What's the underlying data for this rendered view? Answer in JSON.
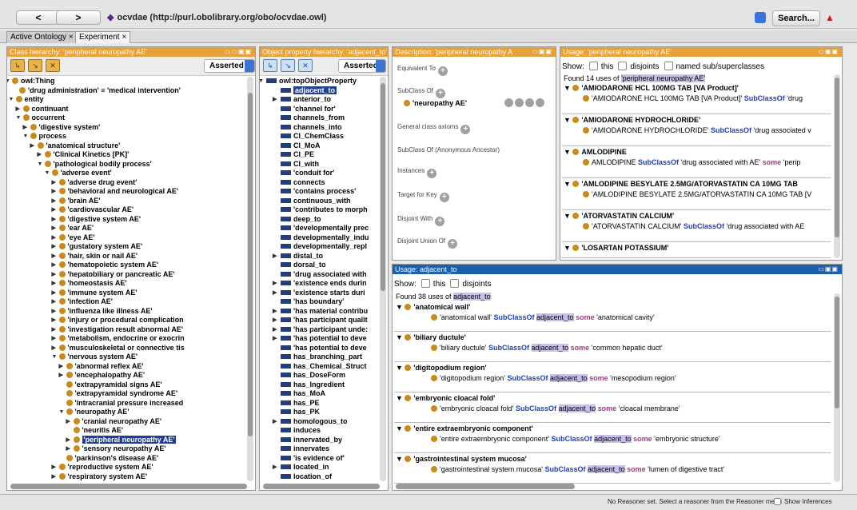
{
  "nav": {
    "back": "<",
    "forward": ">",
    "url": "ocvdae (http://purl.obolibrary.org/obo/ocvdae.owl)",
    "search": "Search...",
    "warning_icon": "alert-icon"
  },
  "tabs": [
    {
      "label": "Active Ontology ×"
    },
    {
      "label": "Experiment ×"
    }
  ],
  "class_panel": {
    "title": "Class hierarchy: 'peripheral neuropathy AE'",
    "mode": "Asserted",
    "items": [
      {
        "label": "owl:Thing",
        "level": 0,
        "open": true
      },
      {
        "label": "'drug administration' ≡ 'medical intervention'",
        "level": 1,
        "open": null
      },
      {
        "label": "entity",
        "level": 0.5,
        "open": true
      },
      {
        "label": "continuant",
        "level": 1.5,
        "open": false
      },
      {
        "label": "occurrent",
        "level": 1.5,
        "open": true
      },
      {
        "label": "'digestive system'",
        "level": 2.5,
        "open": false
      },
      {
        "label": "process",
        "level": 2.5,
        "open": true
      },
      {
        "label": "'anatomical structure'",
        "level": 3.5,
        "open": false
      },
      {
        "label": "'Clinical Kinetics [PK]'",
        "level": 4.5,
        "open": false
      },
      {
        "label": "'pathological bodily process'",
        "level": 4.5,
        "open": true
      },
      {
        "label": "'adverse event'",
        "level": 5.5,
        "open": true
      },
      {
        "label": "'adverse drug event'",
        "level": 6.5,
        "open": false
      },
      {
        "label": "'behavioral and neurological AE'",
        "level": 6.5,
        "open": false
      },
      {
        "label": "'brain AE'",
        "level": 6.5,
        "open": false
      },
      {
        "label": "'cardiovascular AE'",
        "level": 6.5,
        "open": false
      },
      {
        "label": "'digestive system AE'",
        "level": 6.5,
        "open": false
      },
      {
        "label": "'ear AE'",
        "level": 6.5,
        "open": false
      },
      {
        "label": "'eye AE'",
        "level": 6.5,
        "open": false
      },
      {
        "label": "'gustatory system AE'",
        "level": 6.5,
        "open": false
      },
      {
        "label": "'hair, skin or nail AE'",
        "level": 6.5,
        "open": false
      },
      {
        "label": "'hematopoietic system AE'",
        "level": 6.5,
        "open": false
      },
      {
        "label": "'hepatobiliary or pancreatic AE'",
        "level": 6.5,
        "open": false
      },
      {
        "label": "'homeostasis AE'",
        "level": 6.5,
        "open": false
      },
      {
        "label": "'immune system AE'",
        "level": 6.5,
        "open": false
      },
      {
        "label": "'infection AE'",
        "level": 6.5,
        "open": false
      },
      {
        "label": "'influenza like illness AE'",
        "level": 6.5,
        "open": false
      },
      {
        "label": "'injury or procedural complication",
        "level": 6.5,
        "open": false
      },
      {
        "label": "'investigation result abnormal AE'",
        "level": 6.5,
        "open": false
      },
      {
        "label": "'metabolism, endocrine or exocrin",
        "level": 6.5,
        "open": false
      },
      {
        "label": "'musculoskeletal or connective tis",
        "level": 6.5,
        "open": false
      },
      {
        "label": "'nervous system AE'",
        "level": 6.5,
        "open": true
      },
      {
        "label": "'abnormal reflex AE'",
        "level": 7.5,
        "open": false
      },
      {
        "label": "'encephalopathy AE'",
        "level": 7.5,
        "open": false
      },
      {
        "label": "'extrapyramidal signs AE'",
        "level": 7.5,
        "open": null
      },
      {
        "label": "'extrapyramidal syndrome AE'",
        "level": 7.5,
        "open": null
      },
      {
        "label": "'intracranial pressure increased",
        "level": 7.5,
        "open": null
      },
      {
        "label": "'neuropathy AE'",
        "level": 7.5,
        "open": true
      },
      {
        "label": "'cranial neuropathy AE'",
        "level": 8.5,
        "open": false
      },
      {
        "label": "'neuritis AE'",
        "level": 8.5,
        "open": null
      },
      {
        "label": "'peripheral neuropathy AE'",
        "level": 8.5,
        "open": false,
        "selected": true
      },
      {
        "label": "'sensory neuropathy AE'",
        "level": 8.5,
        "open": false
      },
      {
        "label": "'parkinson's disease AE'",
        "level": 7.5,
        "open": null
      },
      {
        "label": "'reproductive system AE'",
        "level": 6.5,
        "open": false
      },
      {
        "label": "'respiratory system AE'",
        "level": 6.5,
        "open": false
      }
    ]
  },
  "prop_panel": {
    "title": "Object property hierarchy: 'adjacent_to'",
    "mode": "Asserted",
    "items": [
      {
        "label": "owl:topObjectProperty",
        "level": 0,
        "open": true
      },
      {
        "label": "adjacent_to",
        "level": 1,
        "selected": true
      },
      {
        "label": "anterior_to",
        "level": 1,
        "open": false
      },
      {
        "label": "'channel for'",
        "level": 1
      },
      {
        "label": "channels_from",
        "level": 1
      },
      {
        "label": "channels_into",
        "level": 1
      },
      {
        "label": "CI_ChemClass",
        "level": 1
      },
      {
        "label": "CI_MoA",
        "level": 1
      },
      {
        "label": "CI_PE",
        "level": 1
      },
      {
        "label": "CI_with",
        "level": 1
      },
      {
        "label": "'conduit for'",
        "level": 1
      },
      {
        "label": "connects",
        "level": 1
      },
      {
        "label": "'contains process'",
        "level": 1
      },
      {
        "label": "continuous_with",
        "level": 1
      },
      {
        "label": "'contributes to morph",
        "level": 1
      },
      {
        "label": "deep_to",
        "level": 1
      },
      {
        "label": "'developmentally prec",
        "level": 1
      },
      {
        "label": "developmentally_indu",
        "level": 1
      },
      {
        "label": "developmentally_repl",
        "level": 1
      },
      {
        "label": "distal_to",
        "level": 1,
        "open": false
      },
      {
        "label": "dorsal_to",
        "level": 1
      },
      {
        "label": "'drug associated with",
        "level": 1
      },
      {
        "label": "'existence ends durin",
        "level": 1,
        "open": false
      },
      {
        "label": "'existence starts duri",
        "level": 1,
        "open": false
      },
      {
        "label": "'has boundary'",
        "level": 1
      },
      {
        "label": "'has material contribu",
        "level": 1,
        "open": false
      },
      {
        "label": "'has participant qualit",
        "level": 1,
        "open": false
      },
      {
        "label": "'has participant unde:",
        "level": 1,
        "open": false
      },
      {
        "label": "'has potential to deve",
        "level": 1,
        "open": false
      },
      {
        "label": "'has potential to deve",
        "level": 1
      },
      {
        "label": "has_branching_part",
        "level": 1
      },
      {
        "label": "has_Chemical_Struct",
        "level": 1
      },
      {
        "label": "has_DoseForm",
        "level": 1
      },
      {
        "label": "has_Ingredient",
        "level": 1
      },
      {
        "label": "has_MoA",
        "level": 1
      },
      {
        "label": "has_PE",
        "level": 1
      },
      {
        "label": "has_PK",
        "level": 1
      },
      {
        "label": "homologous_to",
        "level": 1,
        "open": false
      },
      {
        "label": "induces",
        "level": 1
      },
      {
        "label": "innervated_by",
        "level": 1
      },
      {
        "label": "innervates",
        "level": 1
      },
      {
        "label": "'is evidence of'",
        "level": 1
      },
      {
        "label": "located_in",
        "level": 1,
        "open": false
      },
      {
        "label": "location_of",
        "level": 1
      }
    ]
  },
  "desc_panel": {
    "title": "Description: 'peripheral neuropathy A",
    "equivalent": "Equivalent To",
    "subclass": "SubClass Of",
    "subclass_value": "'neuropathy AE'",
    "general": "General class axioms",
    "anon": "SubClass Of (Anonymous Ancestor)",
    "instances": "Instances",
    "target": "Target for Key",
    "disjoint": "Disjoint With",
    "disjoint_union": "Disjoint Union Of"
  },
  "usage1": {
    "title": "Usage: 'peripheral neuropathy AE'",
    "show": "Show:",
    "this": "this",
    "disjoints": "disjoints",
    "named": "named sub/superclasses",
    "found_prefix": "Found 14 uses of ",
    "found_target": "'peripheral neuropathy AE'",
    "blocks": [
      {
        "head": "'AMIODARONE HCL 100MG TAB [VA Product]'",
        "line": "'AMIODARONE HCL 100MG TAB [VA Product]'",
        "kw": "SubClassOf",
        "rest": "'drug",
        "some": ""
      },
      {
        "head": "'AMIODARONE HYDROCHLORIDE'",
        "line": "'AMIODARONE HYDROCHLORIDE'",
        "kw": "SubClassOf",
        "rest": "'drug associated v",
        "some": ""
      },
      {
        "head": "AMLODIPINE",
        "line": "AMLODIPINE",
        "kw": "SubClassOf",
        "rest": "'drug associated with AE'",
        "some": "some",
        "tail": "'perip"
      },
      {
        "head": "'AMLODIPINE BESYLATE 2.5MG/ATORVASTATIN CA 10MG TAB",
        "line": "'AMLODIPINE BESYLATE 2.5MG/ATORVASTATIN CA 10MG TAB [V",
        "kw": "",
        "rest": "",
        "some": ""
      },
      {
        "head": "'ATORVASTATIN CALCIUM'",
        "line": "'ATORVASTATIN CALCIUM'",
        "kw": "SubClassOf",
        "rest": "'drug associated with AE",
        "some": ""
      },
      {
        "head": "'LOSARTAN POTASSIUM'",
        "line": "",
        "kw": "",
        "rest": "",
        "some": ""
      }
    ]
  },
  "usage2": {
    "title": "Usage: adjacent_to",
    "show": "Show:",
    "this": "this",
    "disjoints": "disjoints",
    "found_prefix": "Found 38 uses of ",
    "found_target": "adjacent_to",
    "kw": "SubClassOf",
    "rel": "adjacent_to",
    "some": "some",
    "blocks": [
      {
        "head": "'anatomical wall'",
        "line": "'anatomical wall'",
        "obj": "'anatomical cavity'"
      },
      {
        "head": "'biliary ductule'",
        "line": "'biliary ductule'",
        "obj": "'common hepatic duct'"
      },
      {
        "head": "'digitopodium region'",
        "line": "'digitopodium region'",
        "obj": "'mesopodium region'"
      },
      {
        "head": "'embryonic cloacal fold'",
        "line": "'embryonic cloacal fold'",
        "obj": "'cloacal membrane'"
      },
      {
        "head": "'entire extraembryonic component'",
        "line": "'entire extraembryonic component'",
        "obj": "'embryonic structure'"
      },
      {
        "head": "'gastrointestinal system mucosa'",
        "line": "'gastrointestinal system mucosa'",
        "obj": "'lumen of digestive tract'"
      }
    ]
  },
  "status": {
    "text": "No Reasoner set. Select a reasoner from the Reasoner menu",
    "show_inferences": "Show Inferences"
  }
}
